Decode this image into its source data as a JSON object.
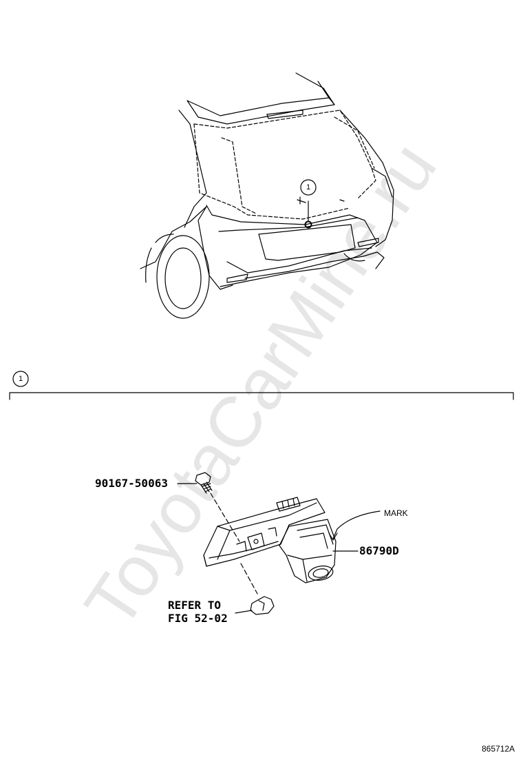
{
  "watermark": "ToyotaCarMine.ru",
  "overview": {
    "callout_number": "1"
  },
  "section": {
    "callout_number": "1"
  },
  "parts": {
    "bolt_number": "90167-50063",
    "camera_number": "86790D",
    "mark_label": "MARK",
    "refer_line1": "REFER TO",
    "refer_line2": "FIG 52-02"
  },
  "figure_id": "865712A",
  "colors": {
    "line": "#000000",
    "watermark": "#e6e6e6"
  }
}
